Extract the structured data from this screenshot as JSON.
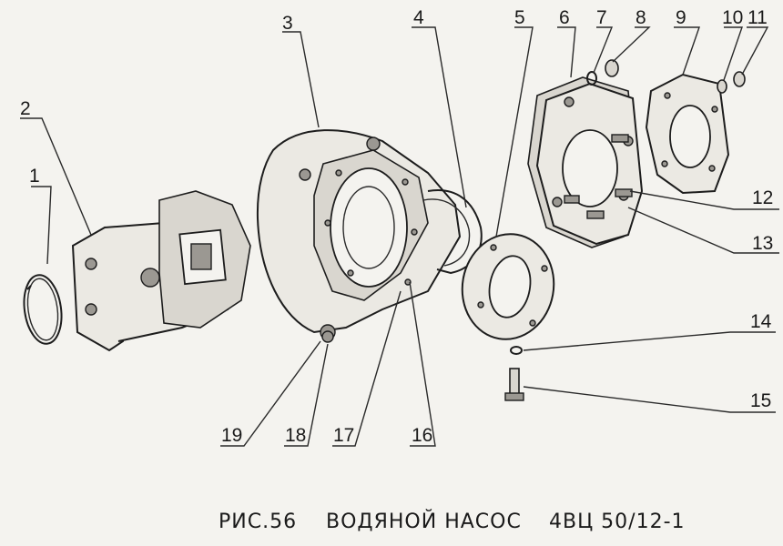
{
  "callouts": [
    {
      "id": "1",
      "label": "1"
    },
    {
      "id": "2",
      "label": "2"
    },
    {
      "id": "3",
      "label": "3"
    },
    {
      "id": "4",
      "label": "4"
    },
    {
      "id": "5",
      "label": "5"
    },
    {
      "id": "6",
      "label": "6"
    },
    {
      "id": "7",
      "label": "7"
    },
    {
      "id": "8",
      "label": "8"
    },
    {
      "id": "9",
      "label": "9"
    },
    {
      "id": "10",
      "label": "10"
    },
    {
      "id": "11",
      "label": "11"
    },
    {
      "id": "12",
      "label": "12"
    },
    {
      "id": "13",
      "label": "13"
    },
    {
      "id": "14",
      "label": "14"
    },
    {
      "id": "15",
      "label": "15"
    },
    {
      "id": "16",
      "label": "16"
    },
    {
      "id": "17",
      "label": "17"
    },
    {
      "id": "18",
      "label": "18"
    },
    {
      "id": "19",
      "label": "19"
    }
  ],
  "caption": {
    "figure": "РИС.56",
    "title": "ВОДЯНОЙ НАСОС",
    "model": "4ВЦ 50/12-1"
  }
}
